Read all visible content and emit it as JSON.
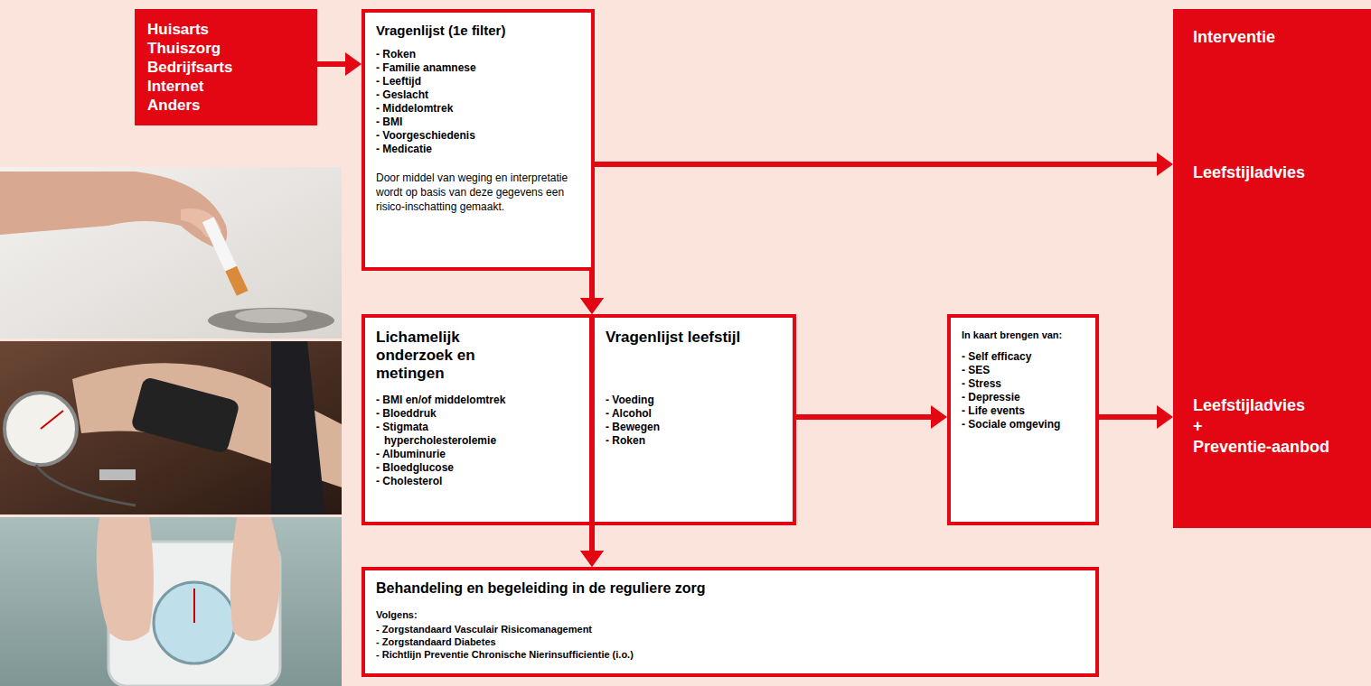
{
  "diagram": {
    "nodes": [
      {
        "text": [
          "Huisarts",
          "Thuiszorg",
          "Bedrijfsarts",
          "Internet",
          "Anders"
        ]
      },
      {
        "text": [
          "Vragenlijst (1e filter)",
          "- Roken",
          "- Familie anamnese",
          "- Leeftijd",
          "- Geslacht",
          "- Middelomtrek",
          "- BMI",
          "- Voorgeschiedenis",
          "- Medicatie",
          "Door middel van weging en interpretatie wordt op basis van deze gegevens een risico-inschatting gemaakt."
        ]
      },
      {
        "text": [
          "Interventie",
          "Leefstijladvies",
          "Leefstijladvies",
          "+",
          "Preventie-aanbod"
        ]
      },
      {
        "text": [
          "Lichamelijk onderzoek en metingen",
          "- BMI en/of middelomtrek",
          "- Bloeddruk",
          "- Stigmata hypercholesterolemie",
          "- Albuminurie",
          "- Bloedglucose",
          "- Cholesterol"
        ]
      },
      {
        "text": [
          "Vragenlijst leefstijl",
          "- Voeding",
          "- Alcohol",
          "- Bewegen",
          "- Roken"
        ]
      },
      {
        "text": [
          "In kaart brengen van:",
          "- Self efficacy",
          "- SES",
          "- Stress",
          "- Depressie",
          "- Life events",
          "- Sociale omgeving"
        ]
      },
      {
        "text": [
          "Behandeling en begeleiding in de reguliere zorg",
          "Volgens:",
          "- Zorgstandaard Vasculair Risicomanagement",
          "- Zorgstandaard Diabetes",
          "- Richtlijn Preventie Chronische Nierinsufficientie (i.o.)"
        ]
      }
    ],
    "edges": [
      {
        "from": 0,
        "to": 1,
        "arrow": "to"
      },
      {
        "from": 1,
        "to": 2,
        "arrow": "to"
      },
      {
        "from": 1,
        "to": 3,
        "arrow": "to"
      },
      {
        "from": 1,
        "to": 4,
        "arrow": "to"
      },
      {
        "from": 4,
        "to": 5,
        "arrow": "to"
      },
      {
        "from": 5,
        "to": 2,
        "arrow": "to"
      },
      {
        "from": 3,
        "to": 6,
        "arrow": "to"
      },
      {
        "from": 4,
        "to": 6,
        "arrow": "to"
      }
    ]
  }
}
